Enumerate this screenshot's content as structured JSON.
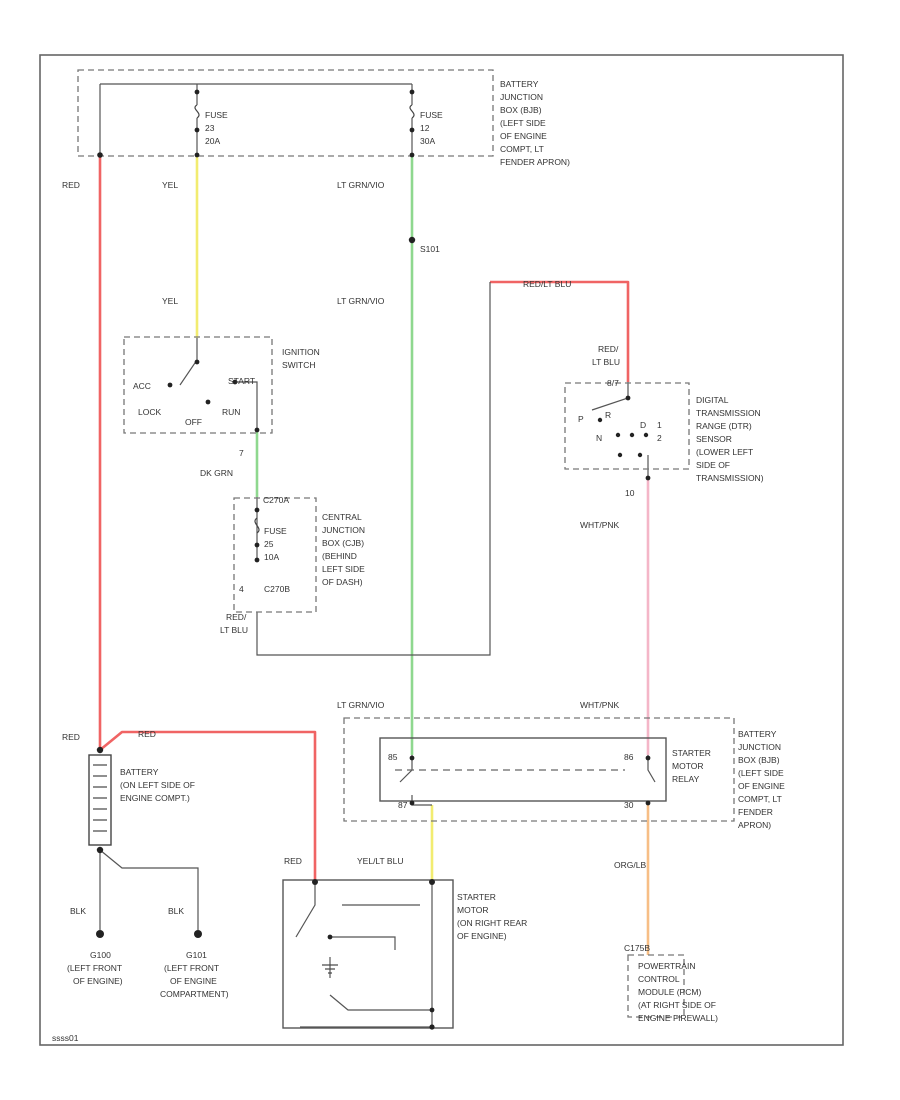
{
  "diagram_id": "ssss01",
  "colors": {
    "red": "#f06464",
    "yellow": "#f2ec70",
    "green": "#8fd88f",
    "pink": "#f4b6c8",
    "orange": "#f7be86",
    "black": "#555555"
  },
  "bjb_top": {
    "label": [
      "BATTERY",
      "JUNCTION",
      "BOX (BJB)",
      "(LEFT SIDE",
      "OF ENGINE",
      "COMPT, LT",
      "FENDER APRON)"
    ],
    "fuse_a": [
      "FUSE",
      "23",
      "20A"
    ],
    "fuse_b": [
      "FUSE",
      "12",
      "30A"
    ]
  },
  "wires": {
    "red": "RED",
    "yel": "YEL",
    "lt_grn_vio": "LT GRN/VIO",
    "s101": "S101",
    "red_lt_blu": "RED/LT BLU",
    "red_lt_blu_split": [
      "RED/",
      "LT BLU"
    ],
    "dk_grn": "DK GRN",
    "wht_pnk": "WHT/PNK",
    "yel_lt_blu": "YEL/LT BLU",
    "org_lb": "ORG/LB",
    "blk": "BLK"
  },
  "ignition": {
    "label": [
      "IGNITION",
      "SWITCH"
    ],
    "positions": [
      "ACC",
      "START",
      "LOCK",
      "OFF",
      "RUN"
    ],
    "pin_out": "7"
  },
  "cjb": {
    "label": [
      "CENTRAL",
      "JUNCTION",
      "BOX (CJB)",
      "(BEHIND",
      "LEFT SIDE",
      "OF DASH)"
    ],
    "connector_top": "C270A",
    "fuse": [
      "FUSE",
      "25",
      "10A"
    ],
    "pin": "4",
    "connector_bottom": "C270B"
  },
  "dtr": {
    "label": [
      "DIGITAL",
      "TRANSMISSION",
      "RANGE (DTR)",
      "SENSOR",
      "(LOWER LEFT",
      "SIDE OF",
      "TRANSMISSION)"
    ],
    "pin_top": "8/7",
    "positions": [
      "P",
      "R",
      "N",
      "D",
      "2",
      "1"
    ],
    "pin_bottom": "10"
  },
  "relay": {
    "label": [
      "STARTER",
      "MOTOR",
      "RELAY"
    ],
    "pins": [
      "85",
      "86",
      "87",
      "30"
    ]
  },
  "bjb_bottom": {
    "label": [
      "BATTERY",
      "JUNCTION",
      "BOX (BJB)",
      "(LEFT SIDE",
      "OF ENGINE",
      "COMPT, LT",
      "FENDER",
      "APRON)"
    ]
  },
  "battery": {
    "label": [
      "BATTERY",
      "(ON LEFT SIDE OF",
      "ENGINE COMPT.)"
    ]
  },
  "grounds": {
    "g100": [
      "G100",
      "(LEFT FRONT",
      "OF ENGINE)"
    ],
    "g101": [
      "G101",
      "(LEFT FRONT",
      "OF ENGINE",
      "COMPARTMENT)"
    ]
  },
  "starter": {
    "label": [
      "STARTER",
      "MOTOR",
      "(ON RIGHT REAR",
      "OF ENGINE)"
    ]
  },
  "pcm": {
    "connector": "C175B",
    "label": [
      "POWERTRAIN",
      "CONTROL",
      "MODULE (PCM)",
      "(AT RIGHT SIDE OF",
      "ENGINE FIREWALL)"
    ]
  }
}
